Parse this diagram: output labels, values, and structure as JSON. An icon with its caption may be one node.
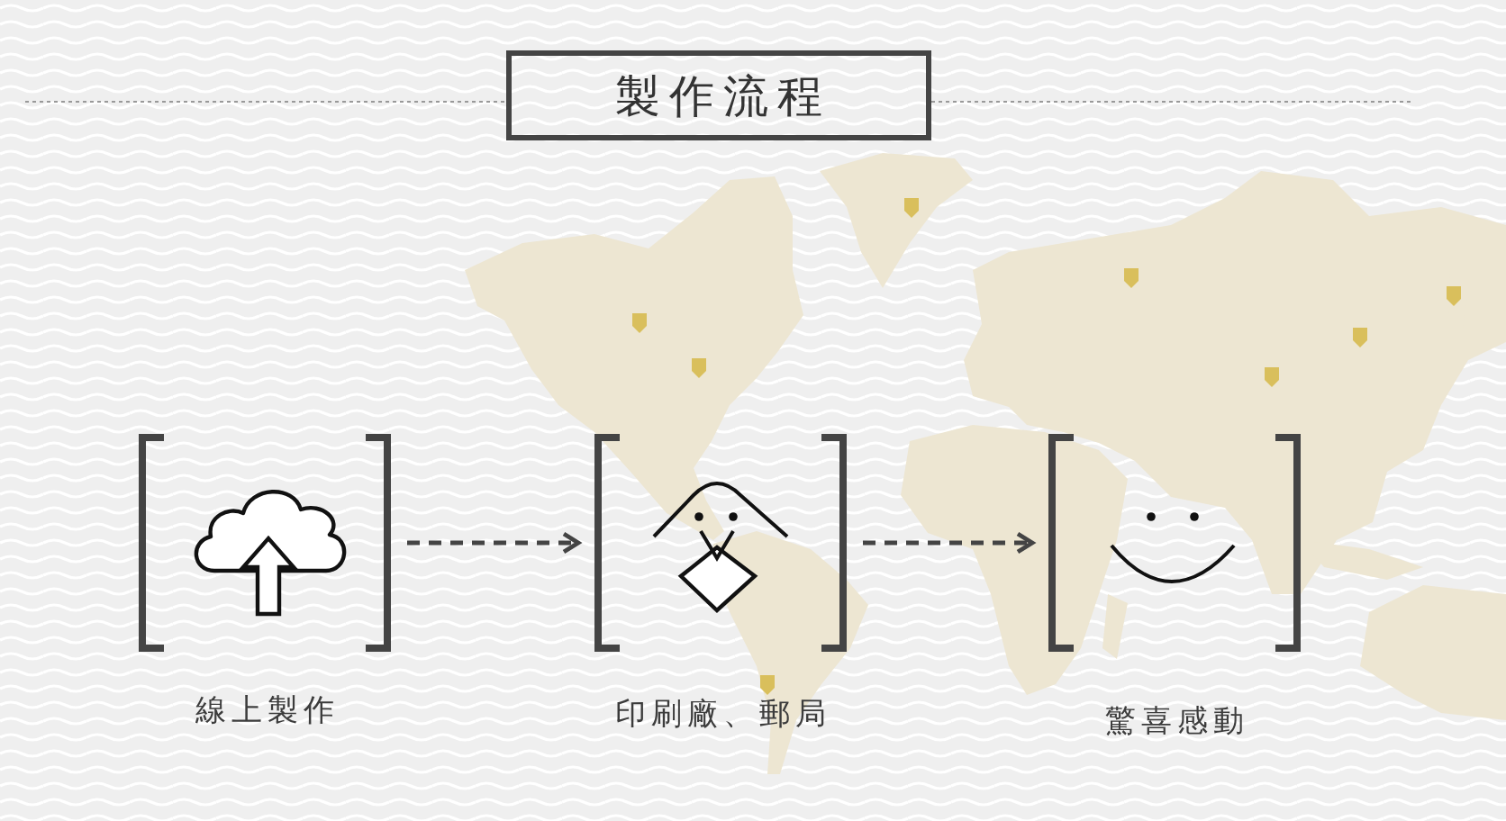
{
  "diagram": {
    "title": "製作流程",
    "nodes": [
      {
        "text": [
          "線上製作"
        ]
      },
      {
        "text": [
          "印刷廠、郵局"
        ]
      },
      {
        "text": [
          "驚喜感動"
        ]
      }
    ],
    "edges": [
      {
        "from": 0,
        "to": 1,
        "arrow": "to",
        "style": "dashed"
      },
      {
        "from": 1,
        "to": 2,
        "arrow": "to",
        "style": "dashed"
      }
    ]
  }
}
